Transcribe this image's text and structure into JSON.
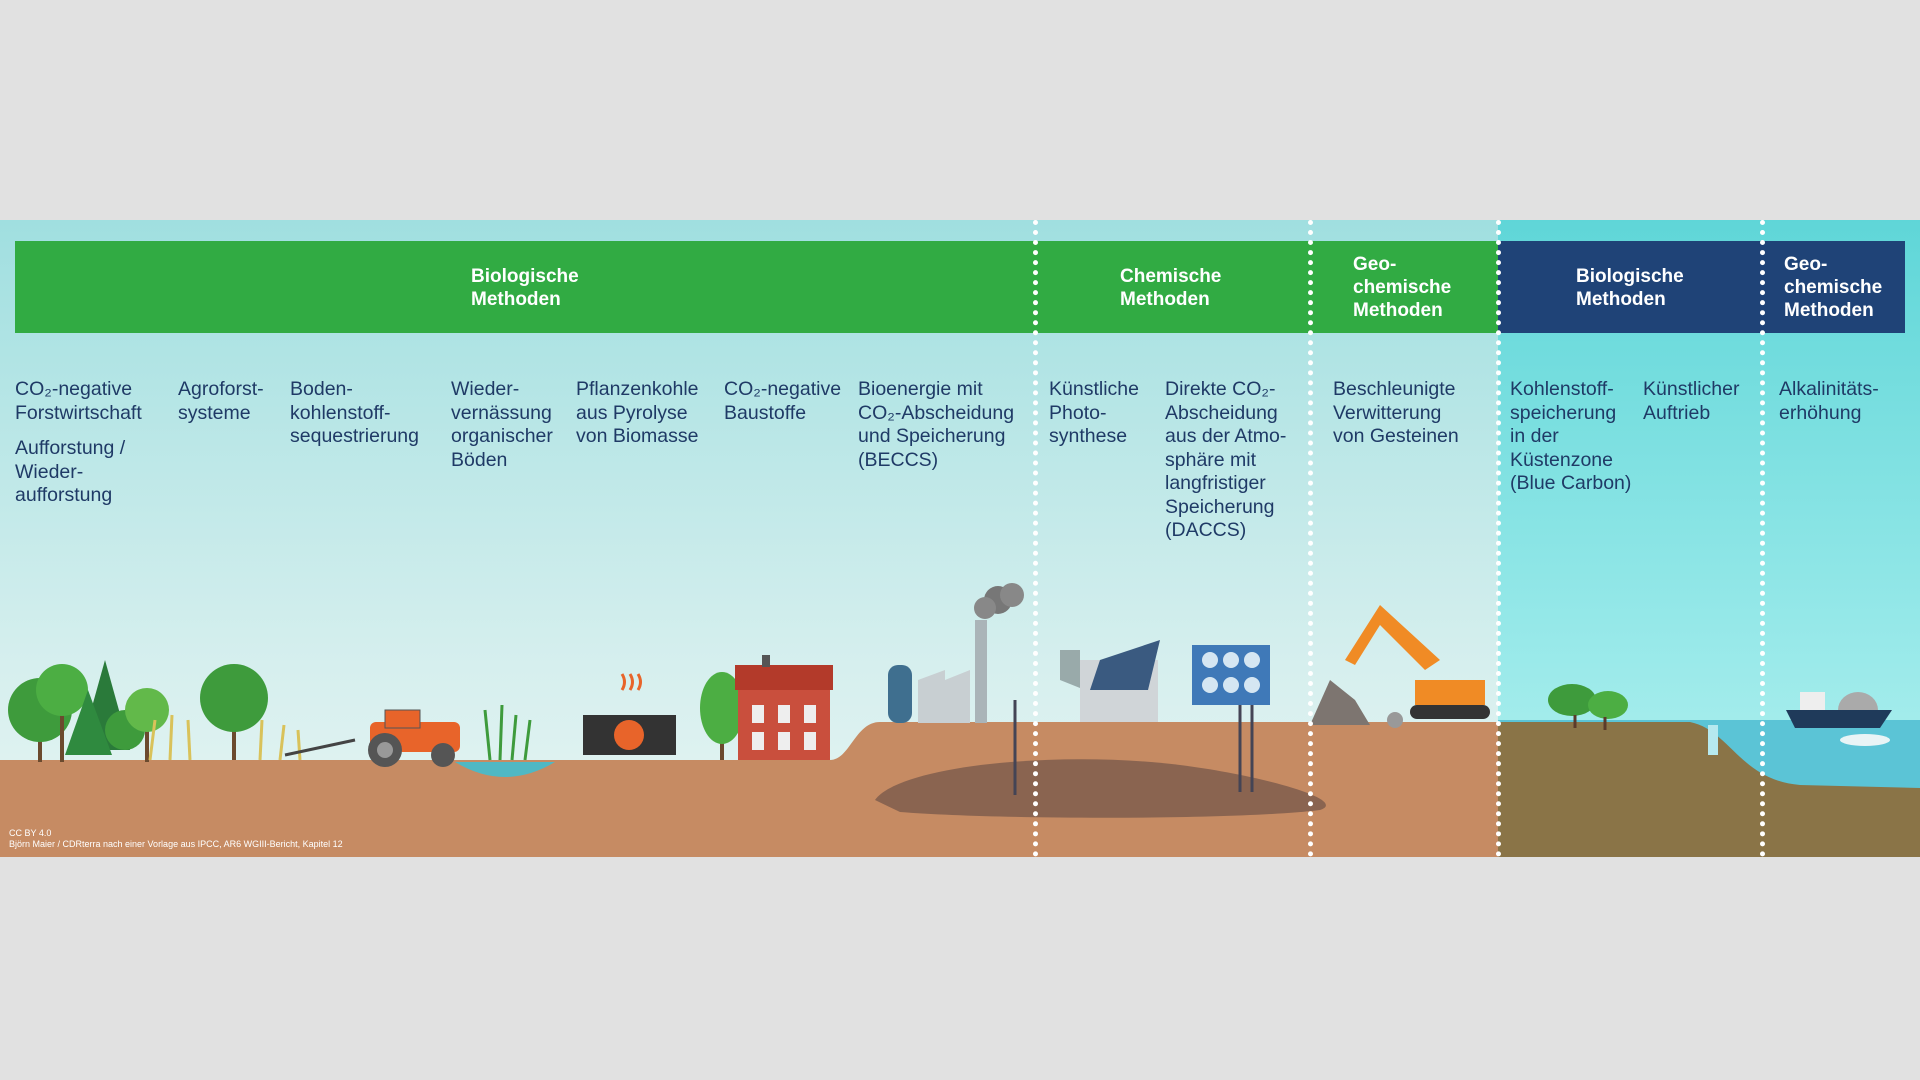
{
  "header_groups": [
    {
      "label": "Biologische\nMethoden",
      "color": "#31ab43"
    },
    {
      "label": "Chemische\nMethoden",
      "color": "#31ab43"
    },
    {
      "label": "Geo-\nchemische\nMethoden",
      "color": "#31ab43"
    },
    {
      "label": "Biologische\nMethoden",
      "color": "#1f4377"
    },
    {
      "label": "Geo-\nchemische\nMethoden",
      "color": "#1f4377"
    }
  ],
  "methods": [
    {
      "label": "CO₂-negative\nForstwirtschaft"
    },
    {
      "label": "Aufforstung /\nWieder-\naufforstung"
    },
    {
      "label": "Agroforst-\nsysteme"
    },
    {
      "label": "Boden-\nkohlenstoff-\nsequestrierung"
    },
    {
      "label": "Wieder-\nvernässung\norganischer\nBöden"
    },
    {
      "label": "Pflanzenkohle\naus Pyrolyse\nvon Biomasse"
    },
    {
      "label": "CO₂-negative\nBaustoffe"
    },
    {
      "label": "Bioenergie mit\nCO₂-Abscheidung\nund Speicherung\n(BECCS)"
    },
    {
      "label": "Künstliche\nPhoto-\nsynthese"
    },
    {
      "label": "Direkte CO₂-\nAbscheidung\naus der Atmo-\nsphäre mit\nlangfristiger\nSpeicherung\n(DACCS)"
    },
    {
      "label": "Beschleunigte\nVerwitterung\nvon Gesteinen"
    },
    {
      "label": "Kohlenstoff-\nspeicherung\nin der\nKüstenzone\n(Blue Carbon)"
    },
    {
      "label": "Künstlicher\nAuftrieb"
    },
    {
      "label": "Alkalinitäts-\nerhöhung"
    }
  ],
  "footer": {
    "license": "CC BY 4.0",
    "credit": "Björn Maier / CDRterra nach einer Vorlage aus IPCC, AR6 WGIII-Bericht, Kapitel 12"
  },
  "colors": {
    "ground": "#c68b63",
    "storage": "#8a6450",
    "sea": "#5bc4d6",
    "sea_floor": "#8a7447",
    "text": "#1f3a66"
  }
}
